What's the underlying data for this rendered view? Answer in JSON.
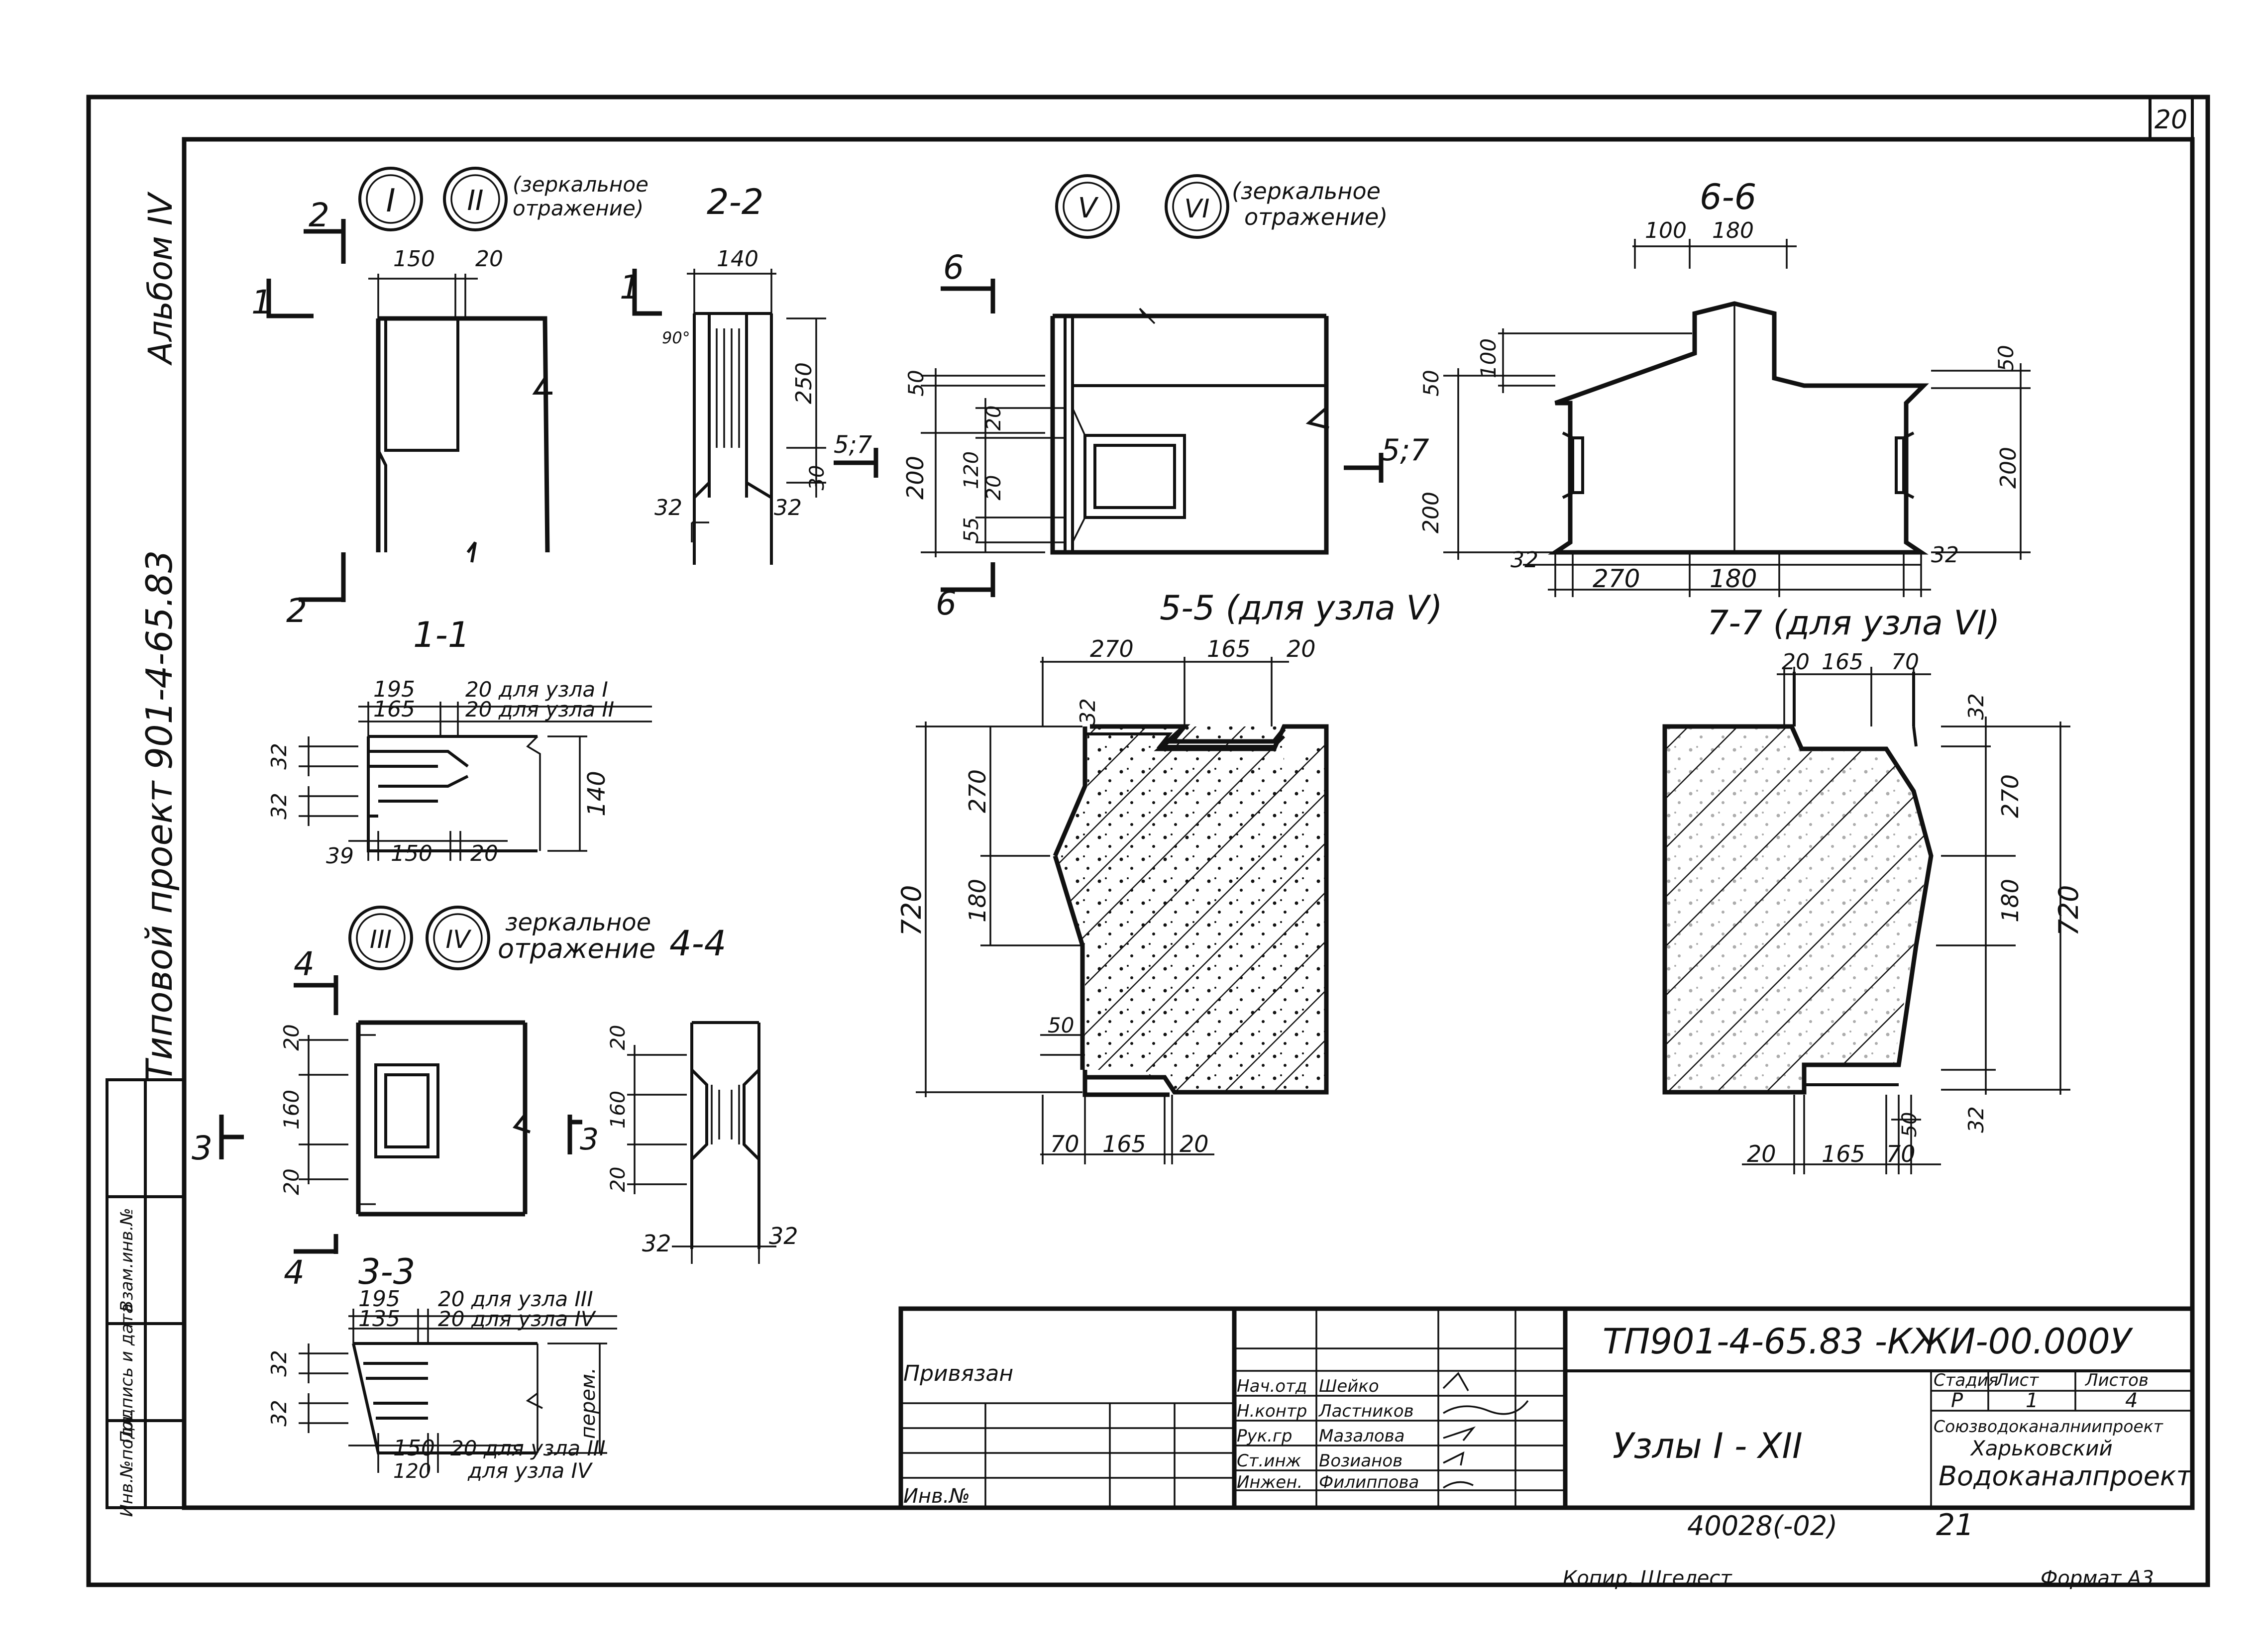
{
  "sheet": {
    "sheet_number": "20",
    "album": "Альбом IV",
    "project_vertical": "Типовой проект 901-4-65.83",
    "code": "ТП901-4-65.83 -КЖИ-00.000У",
    "title": "Узлы I - XII",
    "bound_label": "Привязан",
    "inv_label": "Инв.№",
    "stage_header": "Стадия",
    "sheet_header": "Лист",
    "sheets_header": "Листов",
    "stage": "Р",
    "sheet": "1",
    "sheets": "4",
    "org_line1": "Союзводоканалниипроект",
    "org_line2": "Харьковский",
    "org_line3": "Водоканалпроект",
    "bottom_number": "40028(-02)",
    "page_number": "21",
    "copy_label": "Копир. Шгелест",
    "format_label": "Формат А3",
    "left_strip": [
      "Инв.№подл.",
      "Подпись и дата",
      "Взам.инв.№"
    ]
  },
  "signatures": [
    {
      "role": "Нач.отд",
      "name": "Шейко"
    },
    {
      "role": "Н.контр",
      "name": "Ластников"
    },
    {
      "role": "Рук.гр",
      "name": "Мазалова"
    },
    {
      "role": "Ст.инж",
      "name": "Возианов"
    },
    {
      "role": "Инжен.",
      "name": "Филиппова"
    }
  ],
  "detail_1_2": {
    "node_a": "I",
    "node_b": "II",
    "note": "(зеркальное отражение)",
    "section_front": "2-2",
    "cut_2": "2",
    "cut_1": "1",
    "dims": {
      "w150": "150",
      "w20": "20",
      "w140": "140",
      "h250": "250",
      "h30": "30",
      "s57": "5;7",
      "a90": "90°",
      "e32a": "32",
      "e32b": "32"
    }
  },
  "section_1_1": {
    "label": "1-1",
    "dims": {
      "d195": "195",
      "d165": "165",
      "n1": "20 для узла I",
      "n2": "20 для узла II",
      "h32a": "32",
      "h32b": "32",
      "h140": "140",
      "w39": "39",
      "w150": "150",
      "w20": "20"
    }
  },
  "detail_3_4": {
    "node_a": "III",
    "node_b": "IV",
    "note_1": "зеркальное",
    "note_2": "отражение",
    "section_front": "4-4",
    "cut_4": "4",
    "cut_3": "3",
    "dims": {
      "h20a": "20",
      "h160": "160",
      "h20b": "20",
      "r20a": "20",
      "r160": "160",
      "r20b": "20",
      "e32a": "32",
      "e32b": "32"
    }
  },
  "section_3_3": {
    "label": "3-3",
    "dims": {
      "d195": "195",
      "d135": "135",
      "n1": "20 для узла III",
      "n2": "20 для узла IV",
      "h32a": "32",
      "h32b": "32",
      "w150": "150",
      "w120": "120",
      "n3": "20 для узла III",
      "n4": "для узла IV",
      "side": "перем."
    }
  },
  "detail_5_6": {
    "node_a": "V",
    "node_b": "VI",
    "note": "(зеркальное отражение)",
    "cut_6": "6",
    "cut_57": "5;7",
    "dims": {
      "h50": "50",
      "h200": "200",
      "h20a": "20",
      "h120": "120",
      "h20b": "20",
      "h55": "55"
    }
  },
  "section_6_6": {
    "label": "6-6",
    "dims": {
      "t100": "100",
      "t180": "180",
      "h100": "100",
      "l50": "50",
      "l200": "200",
      "r50": "50",
      "r200": "200",
      "b32a": "32",
      "b270": "270",
      "b180": "180",
      "b32b": "32"
    }
  },
  "section_5_5": {
    "label": "5-5 (для узла V)",
    "dims": {
      "t270": "270",
      "t165": "165",
      "t20": "20",
      "h32": "32",
      "h270": "270",
      "h180": "180",
      "h720": "720",
      "h50": "50",
      "b70": "70",
      "b165": "165",
      "b20": "20"
    }
  },
  "section_7_7": {
    "label": "7-7 (для узла VI)",
    "dims": {
      "t20": "20",
      "t165": "165",
      "t70": "70",
      "h32a": "32",
      "h270": "270",
      "h180": "180",
      "h720": "720",
      "h50": "50",
      "h32b": "32",
      "b20": "20",
      "b165": "165",
      "b70": "70"
    }
  }
}
